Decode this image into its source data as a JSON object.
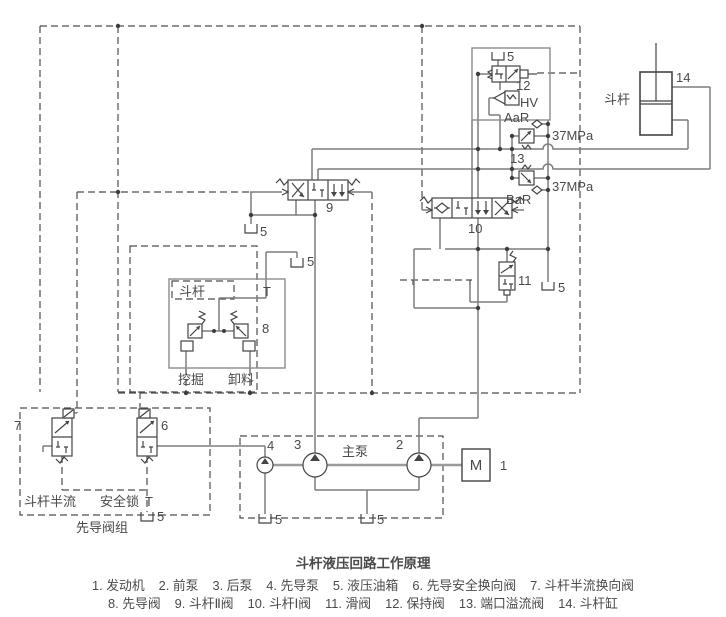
{
  "title": "斗杆液压回路工作原理",
  "colors": {
    "background": "#ffffff",
    "main_line": "#7d7d7d",
    "pilot_line": "#4d4d4d",
    "symbol": "#444444",
    "text": "#4a4a4a"
  },
  "labels": {
    "tank": "5",
    "cylinder_num": "14",
    "cylinder_name": "斗杆",
    "holding_valve_num": "12",
    "holding_valve_tag": "HV",
    "relief_a_tag": "AaR",
    "relief_a_pressure": "37MPa",
    "port_relief_num": "13",
    "relief_b_tag": "BaR",
    "relief_b_pressure": "37MPa",
    "arm2_valve_num": "9",
    "arm1_valve_num": "10",
    "spool_valve_num": "11",
    "pilot_valve_num": "8",
    "pilot_valve_name": "斗杆",
    "pilot_valve_port_t": "T",
    "dig": "挖掘",
    "dump": "卸料",
    "half_flow_valve_num": "7",
    "safety_valve_num": "6",
    "half_flow_name": "斗杆半流",
    "safety_lock_name": "安全锁",
    "safety_lock_port": "T",
    "pilot_group_name": "先导阀组",
    "pilot_pump_num": "4",
    "rear_pump_num": "3",
    "main_pump_name": "主泵",
    "front_pump_num": "2",
    "motor_label": "M",
    "engine_num": "1"
  },
  "legend": {
    "line_break_after": 7,
    "items": [
      {
        "num": "1",
        "name": "发动机"
      },
      {
        "num": "2",
        "name": "前泵"
      },
      {
        "num": "3",
        "name": "后泵"
      },
      {
        "num": "4",
        "name": "先导泵"
      },
      {
        "num": "5",
        "name": "液压油箱"
      },
      {
        "num": "6",
        "name": "先导安全换向阀"
      },
      {
        "num": "7",
        "name": "斗杆半流换向阀"
      },
      {
        "num": "8",
        "name": "先导阀"
      },
      {
        "num": "9",
        "name": "斗杆Ⅱ阀"
      },
      {
        "num": "10",
        "name": "斗杆Ⅰ阀"
      },
      {
        "num": "11",
        "name": "滑阀"
      },
      {
        "num": "12",
        "name": "保持阀"
      },
      {
        "num": "13",
        "name": "端口溢流阀"
      },
      {
        "num": "14",
        "name": "斗杆缸"
      }
    ]
  }
}
